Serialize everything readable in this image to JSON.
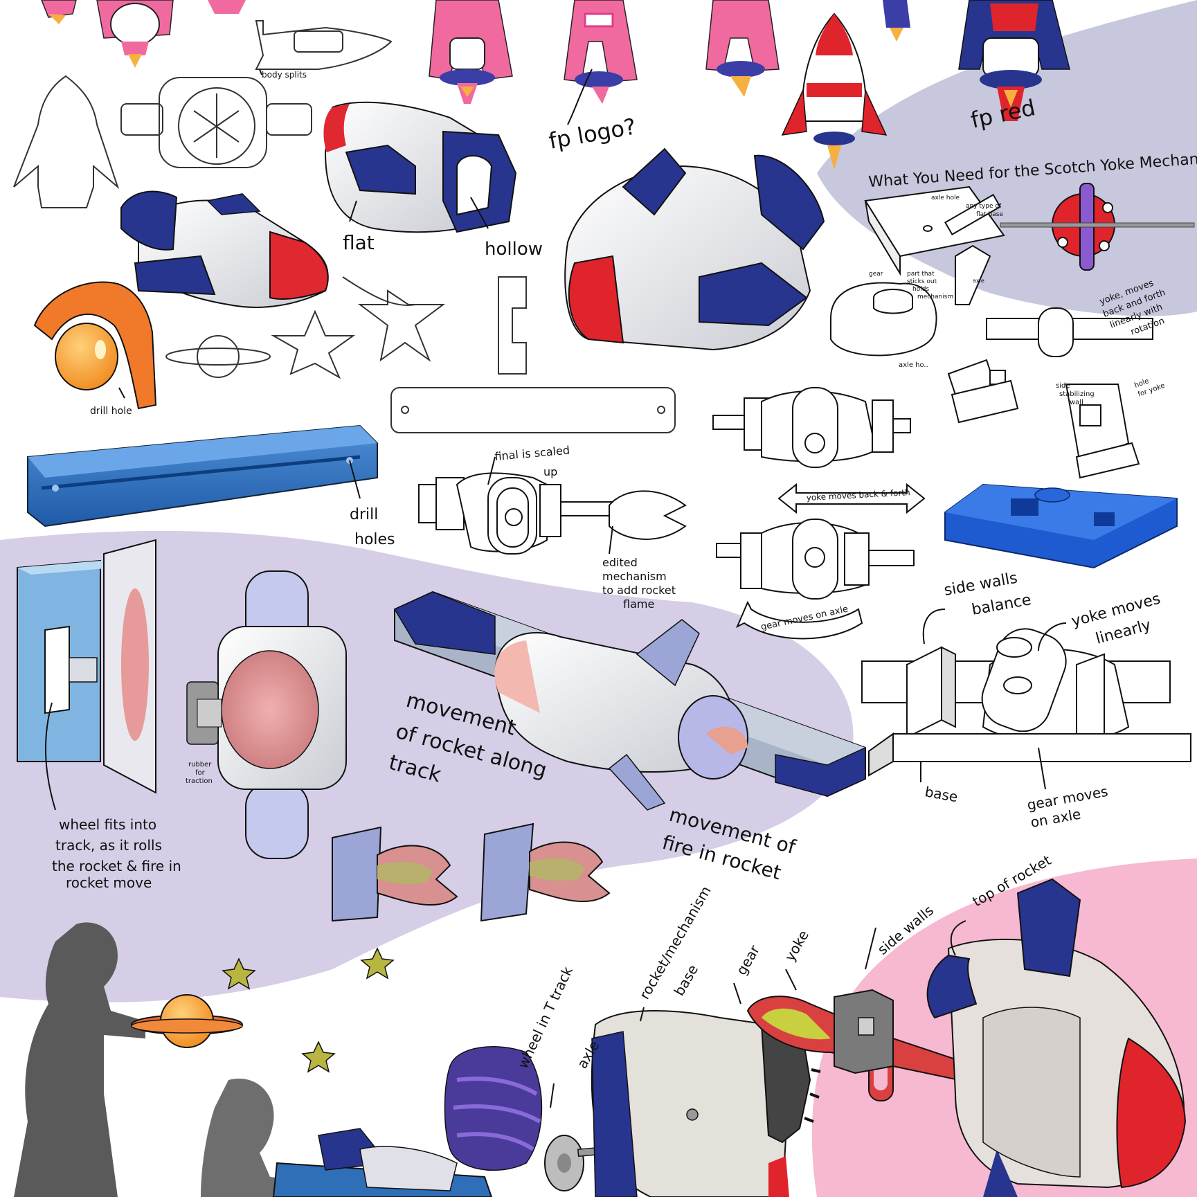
{
  "colors": {
    "background": "#ffffff",
    "lavender_region": "#d6cde6",
    "slate_region": "#c7c7dd",
    "pink_region": "#f7b8d2",
    "navy": "#27358f",
    "red": "#d9232d",
    "blue_track": "#2f6fb8",
    "orange": "#f07a2a",
    "silhouette": "#5a5a5a"
  },
  "labels": {
    "body_splits": "body splits",
    "fp_logo": "fp logo?",
    "fp_red": "fp red",
    "flat": "flat",
    "hollow": "hollow",
    "drill_hole": "drill hole",
    "drill_holes": [
      "drill",
      "holes"
    ],
    "final_scaled": [
      "final is scaled",
      "up"
    ],
    "edited_mechanism": [
      "edited",
      "mechanism",
      "to add rocket",
      "flame"
    ],
    "yoke_back_forth": "yoke moves back & forth",
    "gear_on_axle": "gear moves on axle",
    "scotch_title": "What You Need for the Scotch Yoke Mechanism",
    "axle_hole": "axle hole",
    "flat_base": [
      "any type of",
      "flat base"
    ],
    "gear": "gear",
    "part_sticks_out": [
      "part that",
      "sticks out",
      "holds",
      "mechanism"
    ],
    "axle": "axle",
    "axle_hole_short": "axle ho..",
    "yoke_moves": [
      "yoke, moves",
      "back and forth",
      "linearly with",
      "rotation"
    ],
    "side_stabilizing": [
      "side",
      "stabilizing",
      "wall"
    ],
    "hole_for_yoke": [
      "hole",
      "for yoke"
    ],
    "side_walls_balance": [
      "side walls",
      "balance"
    ],
    "yoke_linearly": [
      "yoke moves",
      "linearly"
    ],
    "base": "base",
    "gear_moves_axle2": [
      "gear moves",
      "on axle"
    ],
    "movement_rocket": [
      "movement",
      "of rocket along",
      "track"
    ],
    "movement_fire": [
      "movement of",
      "fire in rocket"
    ],
    "rubber_traction": [
      "rubber",
      "for",
      "traction"
    ],
    "wheel_fits": [
      "wheel fits into",
      "track, as it rolls",
      "the rocket & fire in",
      "rocket move"
    ],
    "wheel_t_track": "wheel in T track",
    "axle_low": "axle",
    "rocket_base": [
      "rocket/mechanism",
      "base"
    ],
    "gear_low": "gear",
    "yoke_low": "yoke",
    "side_walls_low": "side walls",
    "top_of_rocket": "top of rocket"
  }
}
